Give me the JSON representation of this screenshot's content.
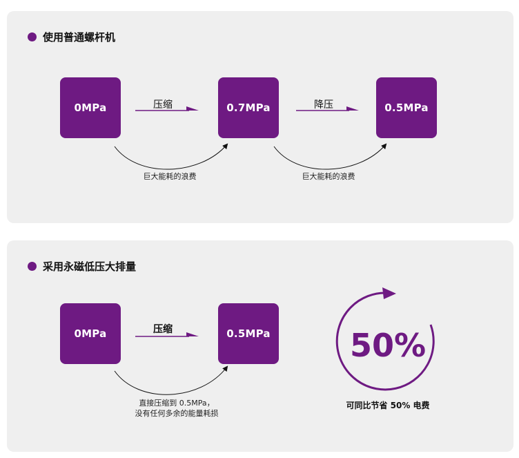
{
  "colors": {
    "purple": "#6e1a82",
    "panel_bg": "#efefef",
    "curve": "#111111"
  },
  "section1": {
    "title": "使用普通螺杆机",
    "boxes": [
      "0MPa",
      "0.7MPa",
      "0.5MPa"
    ],
    "steps": [
      "压缩",
      "降压"
    ],
    "notes": [
      "巨大能耗的浪费",
      "巨大能耗的浪费"
    ]
  },
  "section2": {
    "title": "采用永磁低压大排量",
    "boxes": [
      "0MPa",
      "0.5MPa"
    ],
    "steps": [
      "压缩"
    ],
    "note_lines": [
      "直接压缩到 0.5MPa，",
      "没有任何多余的能量耗损"
    ],
    "saving": {
      "value": "50%",
      "caption": "可同比节省 50% 电费",
      "arc_icon": "circular-arrow-icon"
    }
  }
}
